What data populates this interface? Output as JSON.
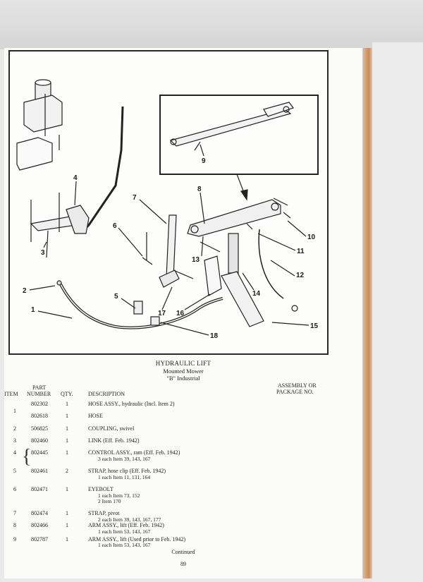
{
  "callouts": [
    "1",
    "2",
    "3",
    "4",
    "5",
    "6",
    "7",
    "8",
    "9",
    "10",
    "11",
    "12",
    "13",
    "14",
    "15",
    "16",
    "17",
    "18"
  ],
  "caption": {
    "title": "HYDRAULIC LIFT",
    "sub1": "Mounted Mower",
    "sub2": "\"B\" Industrial"
  },
  "table": {
    "headers": {
      "item": "ITEM",
      "part_line1": "PART",
      "part_line2": "NUMBER",
      "qty": "QTY.",
      "description": "DESCRIPTION",
      "assembly_line1": "ASSEMBLY OR",
      "assembly_line2": "PACKAGE NO."
    },
    "rows": [
      {
        "item": "1",
        "part": "802302",
        "qty": "1",
        "desc": "HOSE ASSY., hydraulic (Incl. Item 2)",
        "sub": ""
      },
      {
        "item": "",
        "part": "802618",
        "qty": "1",
        "desc": "HOSE",
        "sub": ""
      },
      {
        "item": "2",
        "part": "506825",
        "qty": "1",
        "desc": "COUPLING, swivel",
        "sub": ""
      },
      {
        "item": "3",
        "part": "802460",
        "qty": "1",
        "desc": "LINK (Eff. Feb. 1942)",
        "sub": ""
      },
      {
        "item": "4",
        "part": "802445",
        "qty": "1",
        "desc": "CONTROL ASSY., ram (Eff. Feb. 1942)",
        "sub": "3 each Item 39, 143, 167"
      },
      {
        "item": "5",
        "part": "802461",
        "qty": "2",
        "desc": "STRAP, hose clip (Eff. Feb. 1942)",
        "sub": "1 each Item 11, 131, 164"
      },
      {
        "item": "6",
        "part": "802471",
        "qty": "1",
        "desc": "EYEBOLT",
        "sub": "1 each Item 73, 152",
        "sub2": "2 Item 170"
      },
      {
        "item": "7",
        "part": "802474",
        "qty": "1",
        "desc": "STRAP, pivot",
        "sub": "2 each Item 39, 143, 167, 177"
      },
      {
        "item": "8",
        "part": "802466",
        "qty": "1",
        "desc": "ARM ASSY., lift (Eff. Feb. 1942)",
        "sub": "1 each Item 53, 143, 167"
      },
      {
        "item": "9",
        "part": "802787",
        "qty": "1",
        "desc": "ARM ASSY., lift (Used prior to Feb. 1942)",
        "sub": "1 each Item 53, 143, 167"
      }
    ]
  },
  "footer": {
    "continued": "Continued",
    "page_number": "89"
  }
}
